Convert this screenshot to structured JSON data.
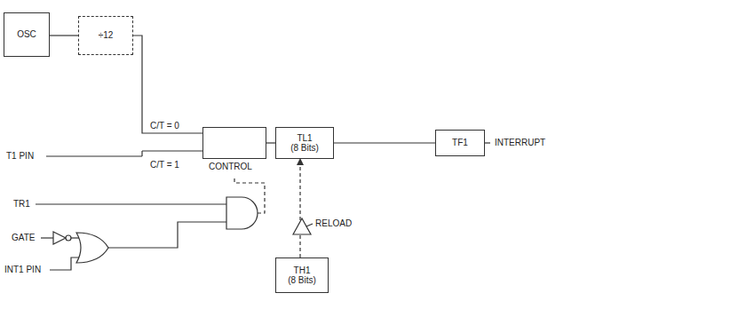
{
  "diagram": {
    "nodes": [
      {
        "text": [
          "OSC"
        ]
      },
      {
        "text": [
          "÷12"
        ]
      },
      {
        "text": [
          "CONTROL"
        ]
      },
      {
        "text": [
          "TL1",
          "(8 Bits)"
        ]
      },
      {
        "text": [
          "TF1"
        ]
      },
      {
        "text": [
          "TH1",
          "(8 Bits)"
        ]
      }
    ],
    "edges": [
      {
        "from": 0,
        "to": 1,
        "arrow": "none"
      },
      {
        "from": 1,
        "to": 2,
        "arrow": "none"
      },
      {
        "from": 2,
        "to": 3,
        "arrow": "none"
      },
      {
        "from": 3,
        "to": 4,
        "arrow": "none"
      },
      {
        "from": 5,
        "to": 3,
        "arrow": "to"
      }
    ],
    "labels": [
      "C/T = 0",
      "C/T = 1",
      "T1 PIN",
      "TR1",
      "GATE",
      "INT1 PIN",
      "RELOAD",
      "INTERRUPT"
    ]
  }
}
